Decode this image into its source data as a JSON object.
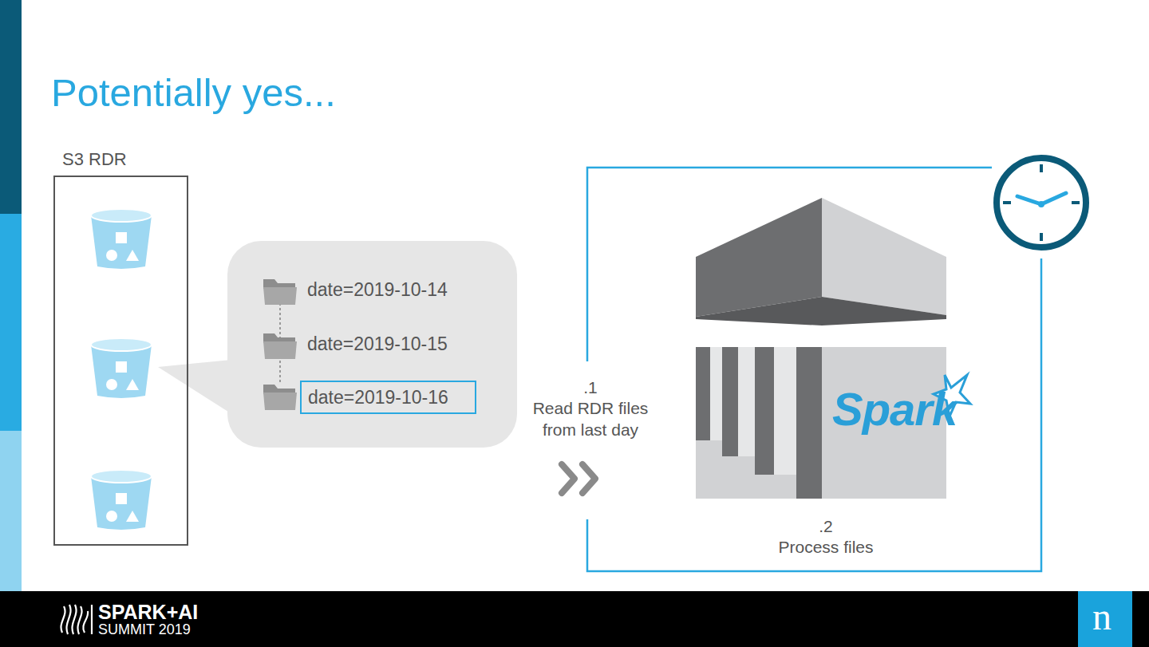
{
  "diagram": {
    "title": "Potentially yes...",
    "nodes": [
      {
        "text": [
          "S3 RDR"
        ]
      },
      {
        "text": [
          "date=2019-10-14",
          "date=2019-10-15"
        ]
      },
      {
        "text": [
          "date=2019-10-16"
        ],
        "in": 1
      },
      {
        "text": [
          ".1",
          "Read RDR files from last day",
          ".2",
          "Process files"
        ]
      }
    ],
    "labels": [
      "Spark",
      "SPARK+AI",
      "SUMMIT 2019",
      "n"
    ]
  }
}
